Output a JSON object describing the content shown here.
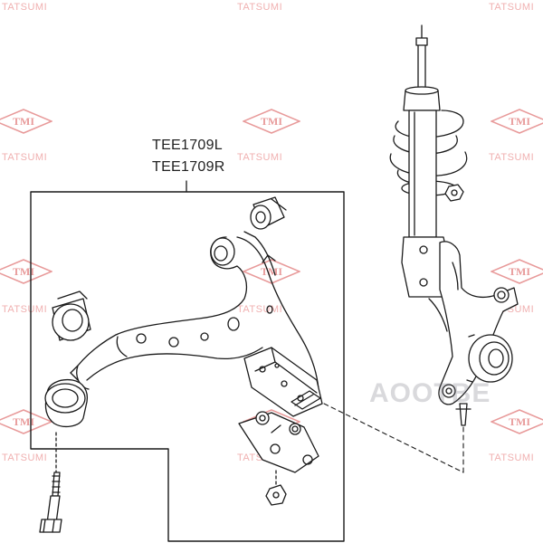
{
  "labels": {
    "part_left": "TEE1709L",
    "part_right": "TEE1709R"
  },
  "watermark": {
    "logo_text": "TMI",
    "brand_text": "TATSUMI",
    "center_brand": "AOOTBE",
    "color": "#e89a9a"
  },
  "icons": {
    "diamond_logo": "tmi-diamond-logo"
  }
}
